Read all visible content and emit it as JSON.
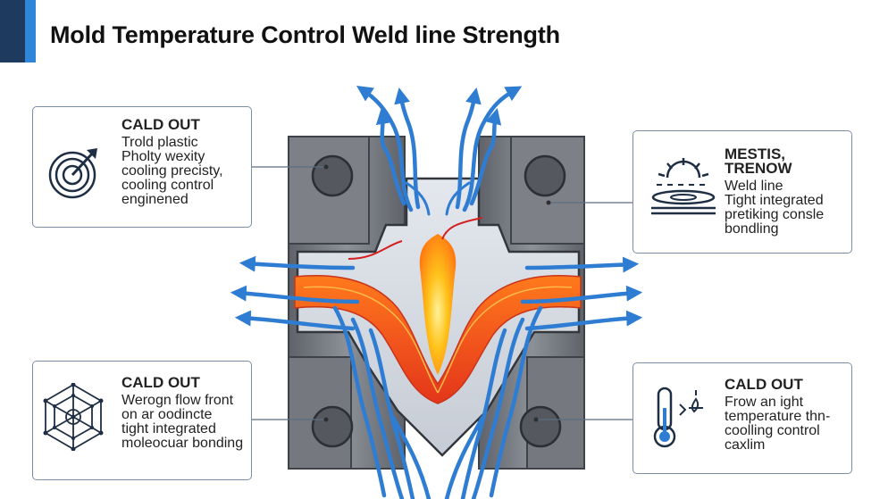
{
  "title": "Mold Temperature Control Weld line Strength",
  "callouts": {
    "top_left": {
      "icon": "target-arrow-icon",
      "heading": "CALD OUT",
      "lines": [
        "Trold plastic",
        "Pholty wexity",
        "cooling precisty,",
        "cooling control",
        "enginened"
      ]
    },
    "top_right": {
      "icon": "sun-heat-plate-icon",
      "heading": "MESTIS, TRENOW",
      "lines": [
        "Weld line",
        "Tight integrated",
        "pretiking consle",
        "bondling"
      ]
    },
    "bottom_left": {
      "icon": "molecular-lattice-icon",
      "heading": "CALD OUT",
      "lines": [
        "Werogn flow front",
        "on ar oodincte",
        "tight integrated",
        "moleocuar bonding"
      ]
    },
    "bottom_right": {
      "icon": "thermometer-icon",
      "heading": "CALD OUT",
      "lines": [
        "Frow an ight",
        "temperature thn-",
        "coolling control",
        "caxlim"
      ]
    }
  },
  "colors": {
    "accent_navy": "#1f3a5f",
    "accent_blue": "#2f86d8",
    "cooling_flow": "#3a7fd0",
    "molten_flow": "#f26a21",
    "weld_core": "#ffb21a",
    "mold_steel": "#6f737a",
    "callout_border": "#7a8fa6"
  }
}
